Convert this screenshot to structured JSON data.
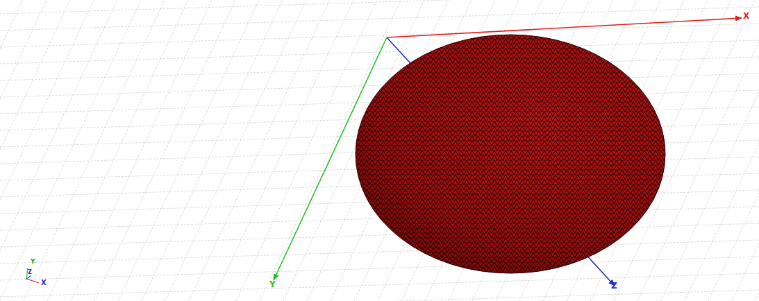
{
  "diagram": {
    "labels": [
      "X",
      "Y",
      "Z",
      "Y",
      "Z",
      "X"
    ]
  }
}
